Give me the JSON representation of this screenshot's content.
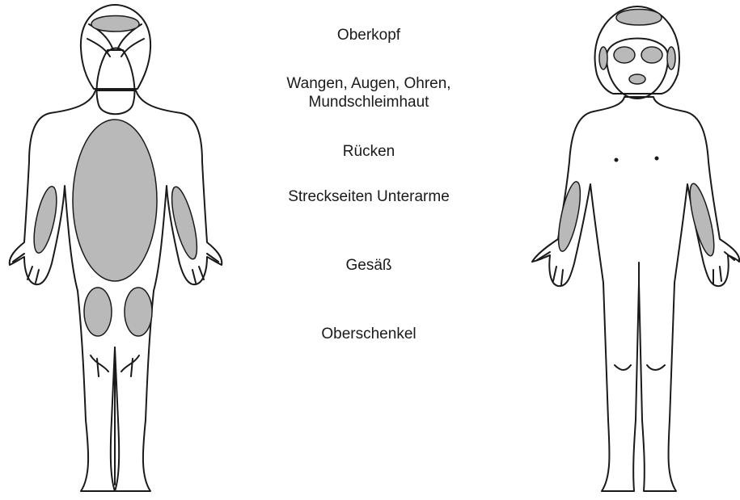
{
  "labels": {
    "oberkopf": "Oberkopf",
    "gesicht_line1": "Wangen, Augen, Ohren,",
    "gesicht_line2": "Mundschleimhaut",
    "ruecken": "Rücken",
    "unterarme": "Streckseiten Unterarme",
    "gesaess": "Gesäß",
    "oberschenkel": "Oberschenkel"
  },
  "colors": {
    "outline": "#1a1a1a",
    "affected_fill": "#b9b9b9",
    "background": "#ffffff"
  }
}
